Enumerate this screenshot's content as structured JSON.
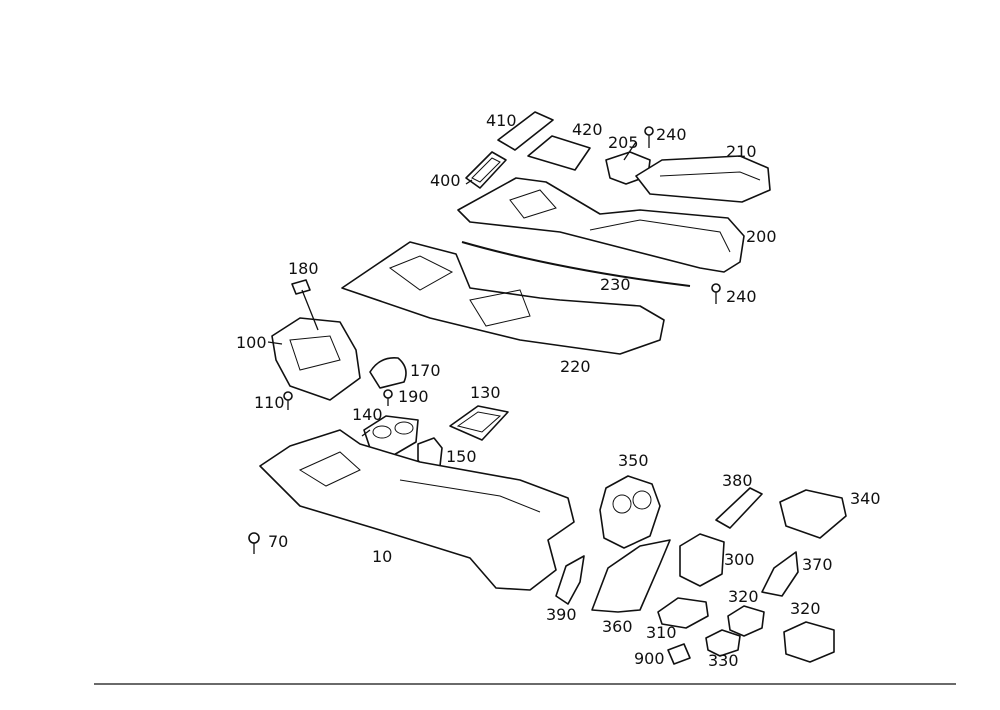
{
  "callouts": [
    {
      "id": "c410",
      "text": "410"
    },
    {
      "id": "c420",
      "text": "420"
    },
    {
      "id": "c205",
      "text": "205"
    },
    {
      "id": "c240a",
      "text": "240"
    },
    {
      "id": "c210",
      "text": "210"
    },
    {
      "id": "c400",
      "text": "400"
    },
    {
      "id": "c200",
      "text": "200"
    },
    {
      "id": "c180",
      "text": "180"
    },
    {
      "id": "c230",
      "text": "230"
    },
    {
      "id": "c240b",
      "text": "240"
    },
    {
      "id": "c100",
      "text": "100"
    },
    {
      "id": "c220",
      "text": "220"
    },
    {
      "id": "c170",
      "text": "170"
    },
    {
      "id": "c110",
      "text": "110"
    },
    {
      "id": "c190",
      "text": "190"
    },
    {
      "id": "c130",
      "text": "130"
    },
    {
      "id": "c140",
      "text": "140"
    },
    {
      "id": "c150",
      "text": "150"
    },
    {
      "id": "c350",
      "text": "350"
    },
    {
      "id": "c380",
      "text": "380"
    },
    {
      "id": "c340",
      "text": "340"
    },
    {
      "id": "c70",
      "text": "70"
    },
    {
      "id": "c10",
      "text": "10"
    },
    {
      "id": "c300",
      "text": "300"
    },
    {
      "id": "c370",
      "text": "370"
    },
    {
      "id": "c320a",
      "text": "320"
    },
    {
      "id": "c390",
      "text": "390"
    },
    {
      "id": "c360",
      "text": "360"
    },
    {
      "id": "c310",
      "text": "310"
    },
    {
      "id": "c320b",
      "text": "320"
    },
    {
      "id": "c900",
      "text": "900"
    },
    {
      "id": "c330",
      "text": "330"
    }
  ]
}
